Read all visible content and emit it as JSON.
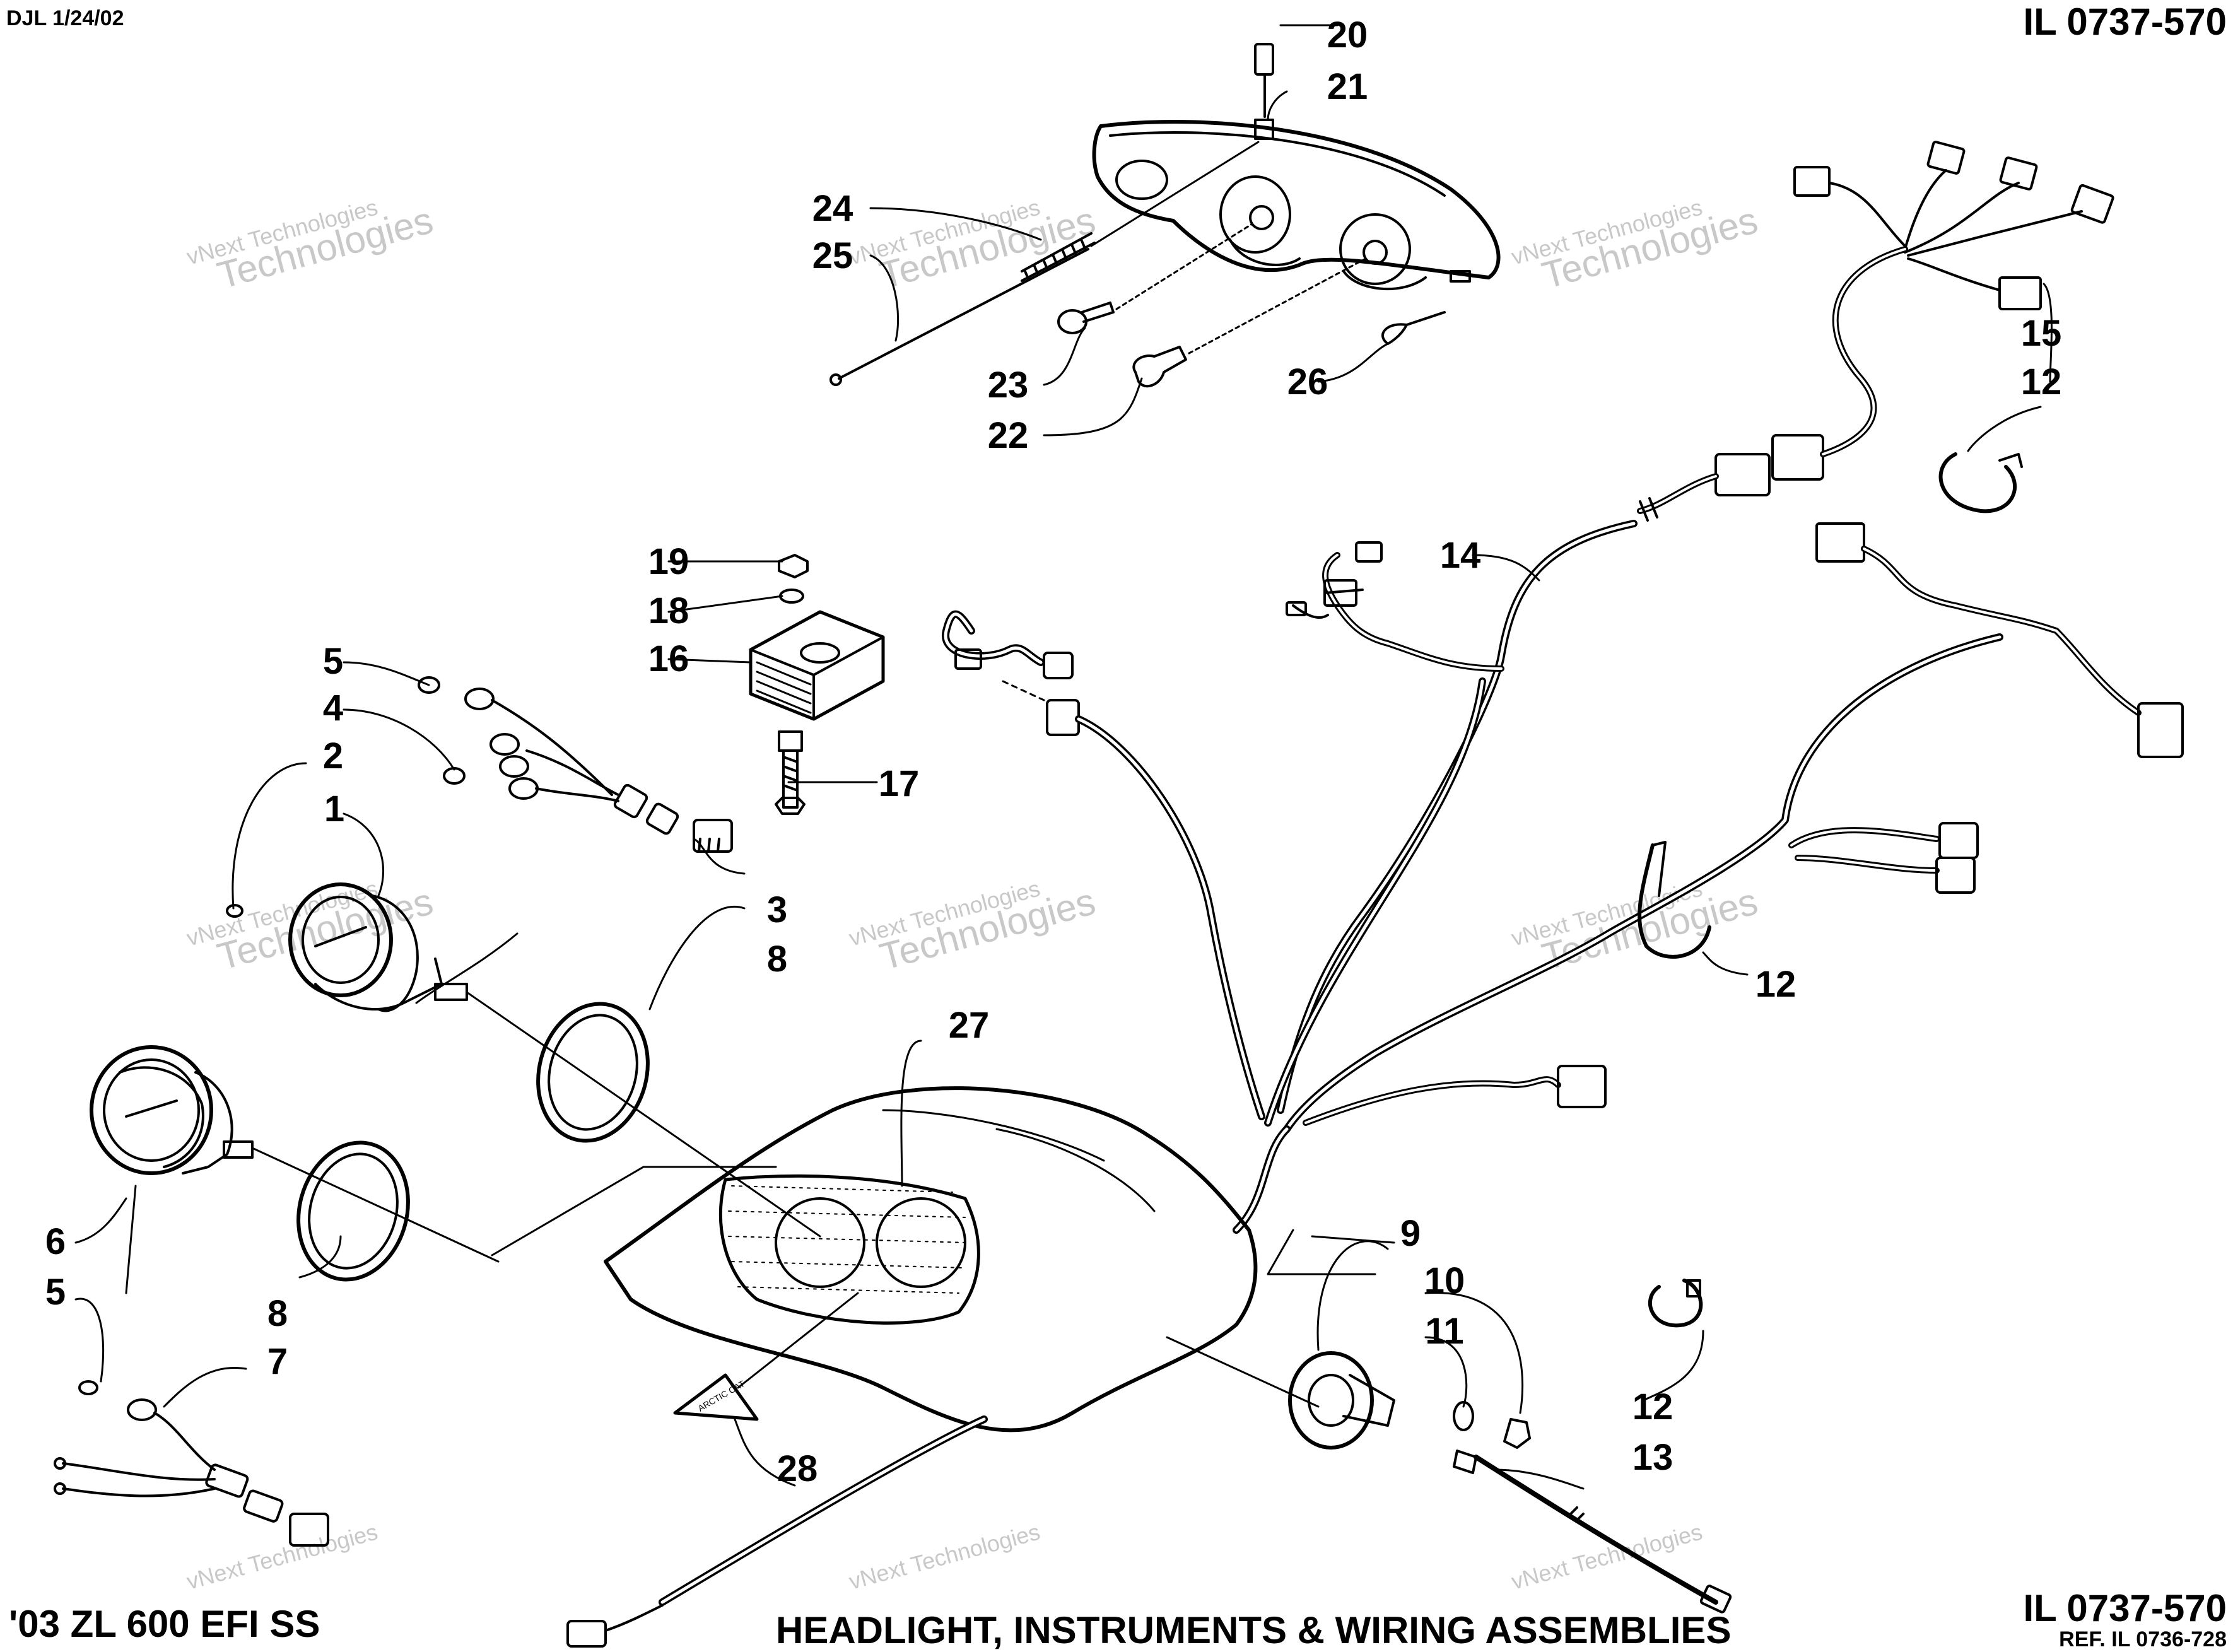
{
  "header": {
    "top_left": "DJL 1/24/02",
    "top_right": "IL 0737-570"
  },
  "footer": {
    "model": "'03 ZL 600 EFI SS",
    "title": "HEADLIGHT, INSTRUMENTS & WIRING ASSEMBLIES",
    "code": "IL 0737-570",
    "ref": "REF. IL 0736-728"
  },
  "decal_text": "ARCTIC CAT",
  "watermark": {
    "line1": "vNext Technologies",
    "line2": "vNext",
    "line3": "Technologies"
  },
  "callouts": [
    {
      "id": "c1",
      "label": "1"
    },
    {
      "id": "c2",
      "label": "2"
    },
    {
      "id": "c3",
      "label": "3"
    },
    {
      "id": "c4",
      "label": "4"
    },
    {
      "id": "c5a",
      "label": "5"
    },
    {
      "id": "c5b",
      "label": "5"
    },
    {
      "id": "c6",
      "label": "6"
    },
    {
      "id": "c7",
      "label": "7"
    },
    {
      "id": "c8a",
      "label": "8"
    },
    {
      "id": "c8b",
      "label": "8"
    },
    {
      "id": "c9",
      "label": "9"
    },
    {
      "id": "c10",
      "label": "10"
    },
    {
      "id": "c11",
      "label": "11"
    },
    {
      "id": "c12a",
      "label": "12"
    },
    {
      "id": "c12b",
      "label": "12"
    },
    {
      "id": "c12c",
      "label": "12"
    },
    {
      "id": "c13",
      "label": "13"
    },
    {
      "id": "c14",
      "label": "14"
    },
    {
      "id": "c15",
      "label": "15"
    },
    {
      "id": "c16",
      "label": "16"
    },
    {
      "id": "c17",
      "label": "17"
    },
    {
      "id": "c18",
      "label": "18"
    },
    {
      "id": "c19",
      "label": "19"
    },
    {
      "id": "c20",
      "label": "20"
    },
    {
      "id": "c21",
      "label": "21"
    },
    {
      "id": "c22",
      "label": "22"
    },
    {
      "id": "c23",
      "label": "23"
    },
    {
      "id": "c24",
      "label": "24"
    },
    {
      "id": "c25",
      "label": "25"
    },
    {
      "id": "c26",
      "label": "26"
    },
    {
      "id": "c27",
      "label": "27"
    },
    {
      "id": "c28",
      "label": "28"
    }
  ]
}
